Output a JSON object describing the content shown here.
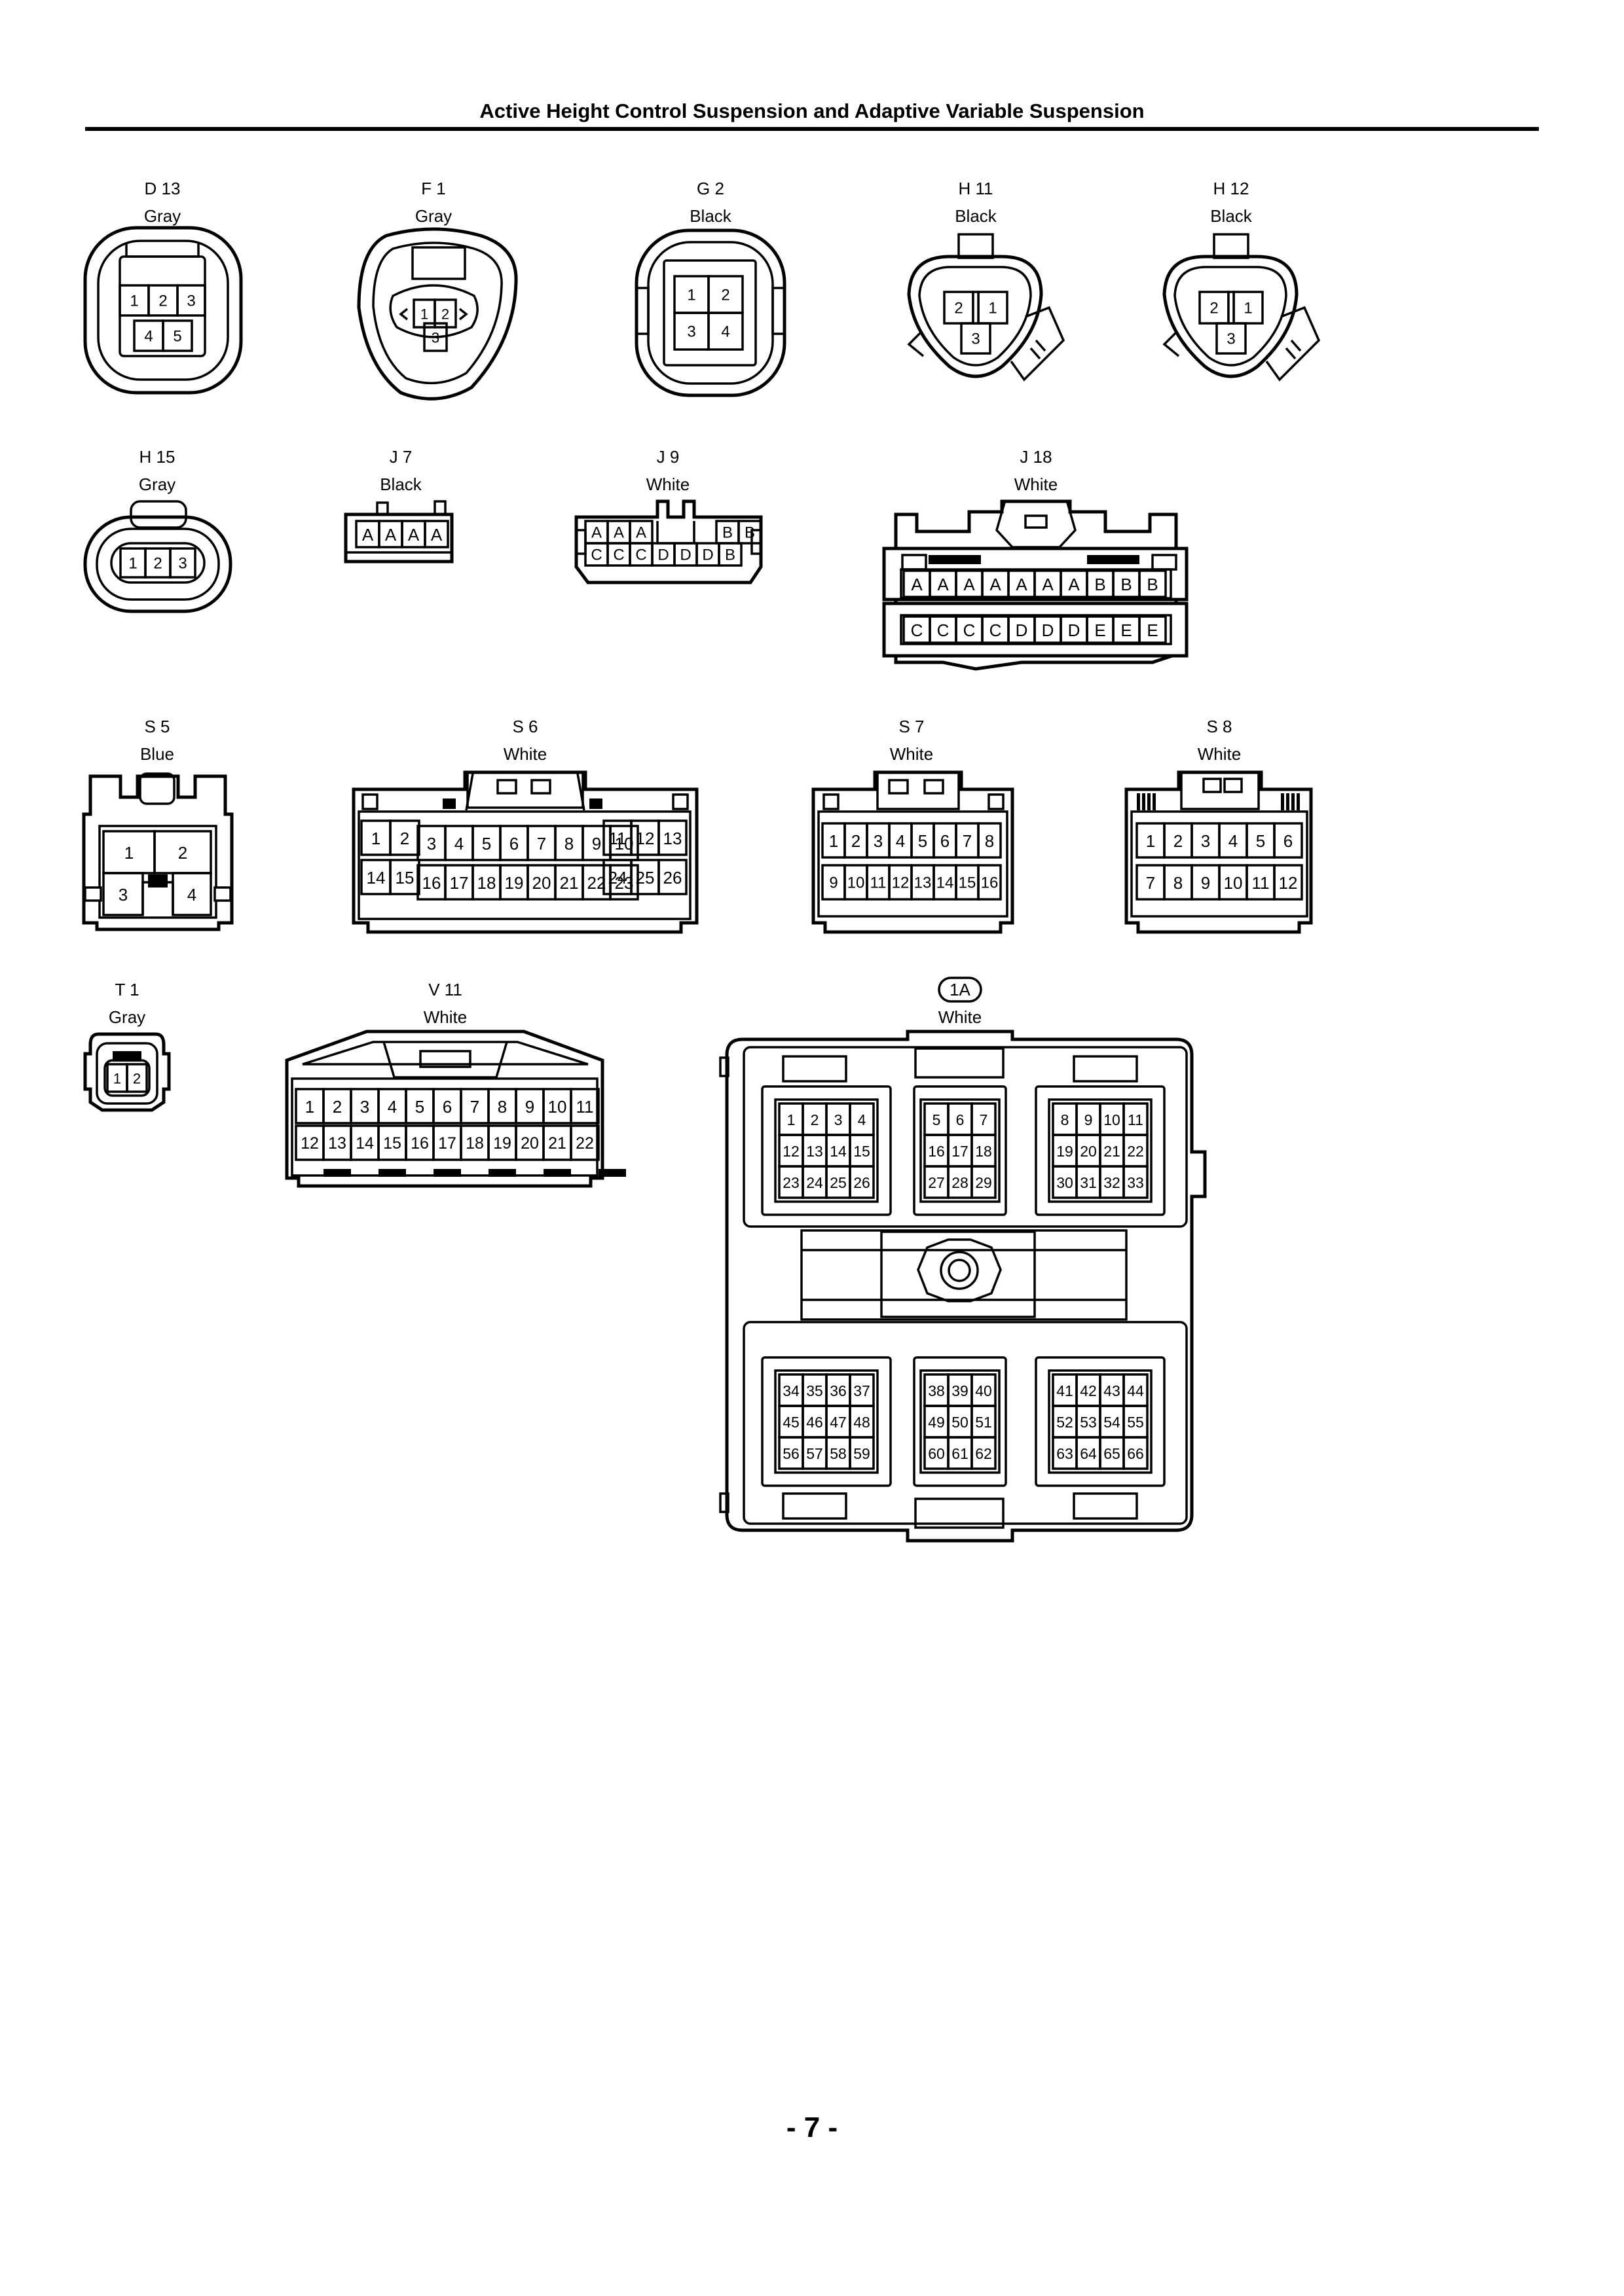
{
  "header": {
    "title": "Active Height Control Suspension and Adaptive Variable Suspension"
  },
  "footer": {
    "page_number": "- 7 -"
  },
  "connectors": [
    {
      "code": "D 13",
      "color": "Gray",
      "pins": [
        "1",
        "2",
        "3",
        "4",
        "5"
      ]
    },
    {
      "code": "F 1",
      "color": "Gray",
      "pins": [
        "1",
        "2",
        "3"
      ]
    },
    {
      "code": "G 2",
      "color": "Black",
      "pins": [
        "1",
        "2",
        "3",
        "4"
      ]
    },
    {
      "code": "H 11",
      "color": "Black",
      "pins": [
        "2",
        "1",
        "3"
      ]
    },
    {
      "code": "H 12",
      "color": "Black",
      "pins": [
        "2",
        "1",
        "3"
      ]
    },
    {
      "code": "H 15",
      "color": "Gray",
      "pins": [
        "1",
        "2",
        "3"
      ]
    },
    {
      "code": "J 7",
      "color": "Black",
      "pins": [
        "A",
        "A",
        "A",
        "A"
      ]
    },
    {
      "code": "J 9",
      "color": "White",
      "pins": [
        "A",
        "A",
        "A",
        "B",
        "B",
        "C",
        "C",
        "C",
        "D",
        "D",
        "D",
        "B"
      ]
    },
    {
      "code": "J 18",
      "color": "White",
      "pins": [
        "A",
        "A",
        "A",
        "A",
        "A",
        "A",
        "A",
        "B",
        "B",
        "B",
        "C",
        "C",
        "C",
        "C",
        "D",
        "D",
        "D",
        "E",
        "E",
        "E"
      ]
    },
    {
      "code": "S 5",
      "color": "Blue",
      "pins": [
        "1",
        "2",
        "3",
        "4"
      ]
    },
    {
      "code": "S 6",
      "color": "White",
      "pins": [
        "1",
        "2",
        "3",
        "4",
        "5",
        "6",
        "7",
        "8",
        "9",
        "10",
        "11",
        "12",
        "13",
        "14",
        "15",
        "16",
        "17",
        "18",
        "19",
        "20",
        "21",
        "22",
        "23",
        "24",
        "25",
        "26"
      ]
    },
    {
      "code": "S 7",
      "color": "White",
      "pins": [
        "1",
        "2",
        "3",
        "4",
        "5",
        "6",
        "7",
        "8",
        "9",
        "10",
        "11",
        "12",
        "13",
        "14",
        "15",
        "16"
      ]
    },
    {
      "code": "S 8",
      "color": "White",
      "pins": [
        "1",
        "2",
        "3",
        "4",
        "5",
        "6",
        "7",
        "8",
        "9",
        "10",
        "11",
        "12"
      ]
    },
    {
      "code": "T 1",
      "color": "Gray",
      "pins": [
        "1",
        "2"
      ]
    },
    {
      "code": "V 11",
      "color": "White",
      "pins": [
        "1",
        "2",
        "3",
        "4",
        "5",
        "6",
        "7",
        "8",
        "9",
        "10",
        "11",
        "12",
        "13",
        "14",
        "15",
        "16",
        "17",
        "18",
        "19",
        "20",
        "21",
        "22"
      ]
    },
    {
      "code": "1A",
      "color": "White",
      "pins": [
        "1",
        "2",
        "3",
        "4",
        "5",
        "6",
        "7",
        "8",
        "9",
        "10",
        "11",
        "12",
        "13",
        "14",
        "15",
        "16",
        "17",
        "18",
        "19",
        "20",
        "21",
        "22",
        "23",
        "24",
        "25",
        "26",
        "27",
        "28",
        "29",
        "30",
        "31",
        "32",
        "33",
        "34",
        "35",
        "36",
        "37",
        "38",
        "39",
        "40",
        "41",
        "42",
        "43",
        "44",
        "45",
        "46",
        "47",
        "48",
        "49",
        "50",
        "51",
        "52",
        "53",
        "54",
        "55",
        "56",
        "57",
        "58",
        "59",
        "60",
        "61",
        "62",
        "63",
        "64",
        "65",
        "66"
      ]
    }
  ]
}
